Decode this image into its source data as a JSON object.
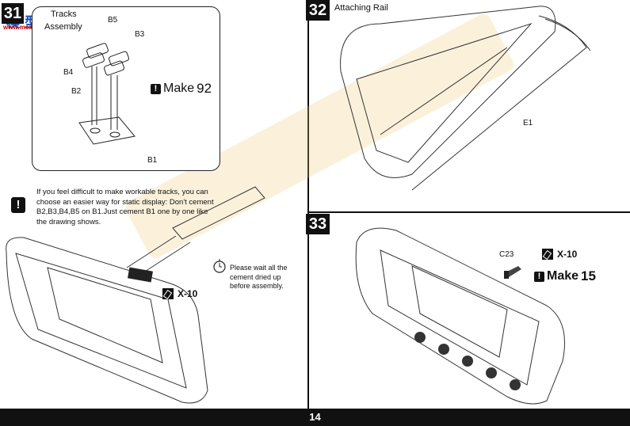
{
  "logo": {
    "cn": "模型网",
    "url_text": "www.moxing.net"
  },
  "step31": {
    "number": "31",
    "title_line1": "Tracks",
    "title_line2": "Assembly",
    "parts": [
      "B5",
      "B3",
      "B4",
      "B2",
      "B1"
    ],
    "make_label": "Make",
    "make_count": "92"
  },
  "note": {
    "text": "If you feel difficult to make workable tracks, you can choose an easier way for static display: Don't cement B2,B3,B4,B5 on B1.Just cement B1 one by one like the drawing shows."
  },
  "glue_left": {
    "label": "X-10"
  },
  "wait": {
    "text": "Please wait all the cement dried up before assembly."
  },
  "step32": {
    "number": "32",
    "title": "Attaching Rail",
    "part": "E1"
  },
  "step33": {
    "number": "33",
    "part": "C23",
    "glue_label": "X-10",
    "make_label": "Make",
    "make_count": "15"
  },
  "page": {
    "number": "14"
  },
  "icons": [
    "warning-icon",
    "clock-icon",
    "glue-icon",
    "exclamation-icon"
  ]
}
